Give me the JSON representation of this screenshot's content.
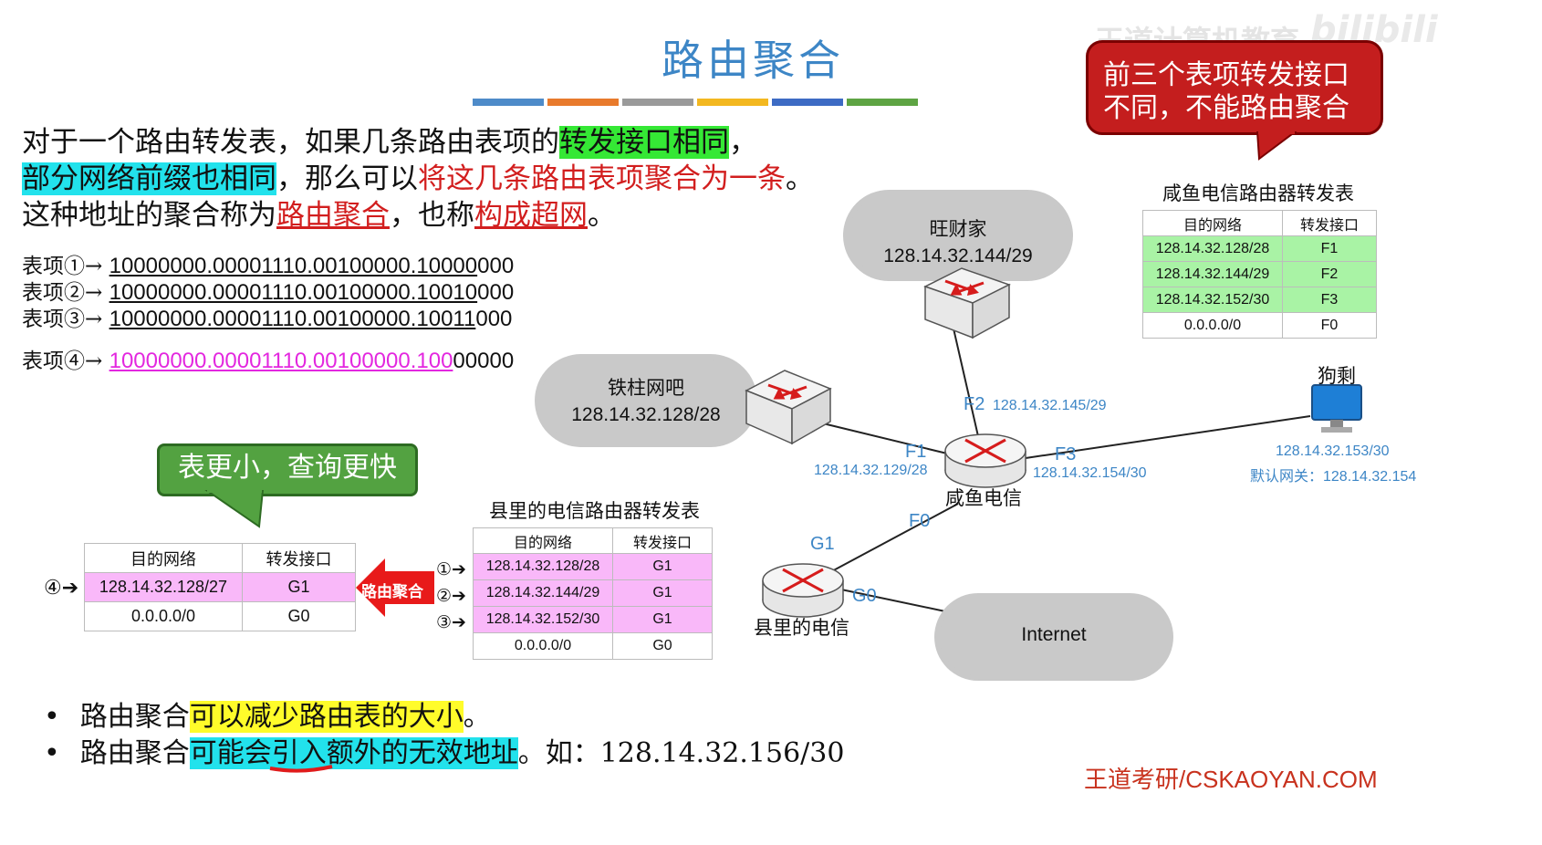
{
  "title": "路由聚合",
  "title_bar_colors": [
    "#4e8bc9",
    "#e87a2c",
    "#9a9a9a",
    "#f3b820",
    "#3d6bc4",
    "#5ea443"
  ],
  "watermark": {
    "brand": "王道计算机教育",
    "logo": "bilibili"
  },
  "callout_red": {
    "line1": "前三个表项转发接口",
    "line2": "不同，不能路由聚合"
  },
  "intro": {
    "p1": "对于一个路由转发表，如果几条路由表项的",
    "hl1": "转发接口相同",
    "p2": "，",
    "hl2": "部分网络前缀也相同",
    "p3": "，那么可以",
    "red1": "将这几条路由表项聚合为一条",
    "p4": "。这种地址的聚合称为",
    "red2": "路由聚合",
    "p5": "，也称",
    "red3": "构成超网",
    "p6": "。"
  },
  "entries": [
    {
      "label": "表项①→",
      "underlined": "10000000.00001110.00100000.10000",
      "rest": "000"
    },
    {
      "label": "表项②→",
      "underlined": "10000000.00001110.00100000.10010",
      "rest": "000"
    },
    {
      "label": "表项③→",
      "underlined": "10000000.00001110.00100000.10011",
      "rest": "000"
    },
    {
      "label": "表项④→",
      "underlined": "10000000.00001110.00100000.100",
      "rest": "00000"
    }
  ],
  "callout_green": "表更小，查询更快",
  "aggregated_table": {
    "headers": [
      "目的网络",
      "转发接口"
    ],
    "rows": [
      {
        "marker": "④",
        "net": "128.14.32.128/27",
        "iface": "G1"
      },
      {
        "marker": "",
        "net": "0.0.0.0/0",
        "iface": "G0"
      }
    ]
  },
  "arrow_label": "路由聚合",
  "county_table": {
    "title": "县里的电信路由器转发表",
    "headers": [
      "目的网络",
      "转发接口"
    ],
    "rows": [
      {
        "marker": "①",
        "net": "128.14.32.128/28",
        "iface": "G1"
      },
      {
        "marker": "②",
        "net": "128.14.32.144/29",
        "iface": "G1"
      },
      {
        "marker": "③",
        "net": "128.14.32.152/30",
        "iface": "G1"
      },
      {
        "marker": "",
        "net": "0.0.0.0/0",
        "iface": "G0"
      }
    ]
  },
  "xianyu_table": {
    "title": "咸鱼电信路由器转发表",
    "headers": [
      "目的网络",
      "转发接口"
    ],
    "rows": [
      {
        "net": "128.14.32.128/28",
        "iface": "F1"
      },
      {
        "net": "128.14.32.144/29",
        "iface": "F2"
      },
      {
        "net": "128.14.32.152/30",
        "iface": "F3"
      },
      {
        "net": "0.0.0.0/0",
        "iface": "F0"
      }
    ]
  },
  "network": {
    "wangcai": {
      "name": "旺财家",
      "net": "128.14.32.144/29"
    },
    "tiezhu": {
      "name": "铁柱网吧",
      "net": "128.14.32.128/28"
    },
    "gousheng": {
      "name": "狗剩",
      "ip": "128.14.32.153/30",
      "gateway": "默认网关：128.14.32.154"
    },
    "xianyu": {
      "name": "咸鱼电信"
    },
    "county": {
      "name": "县里的电信"
    },
    "internet": {
      "name": "Internet"
    },
    "ports": {
      "f2": "F2",
      "f2_ip": "128.14.32.145/29",
      "f1": "F1",
      "f1_ip": "128.14.32.129/28",
      "f3": "F3",
      "f3_ip": "128.14.32.154/30",
      "f0": "F0",
      "g1": "G1",
      "g0": "G0"
    }
  },
  "bullets": [
    {
      "pre": "路由聚合",
      "hl": "可以减少路由表的大小",
      "post": "。"
    },
    {
      "pre": "路由聚合",
      "hl": "可能会引入额外的无效地址",
      "post": "。如：128.14.32.156/30"
    }
  ],
  "footer": "王道考研/CSKAOYAN.COM"
}
